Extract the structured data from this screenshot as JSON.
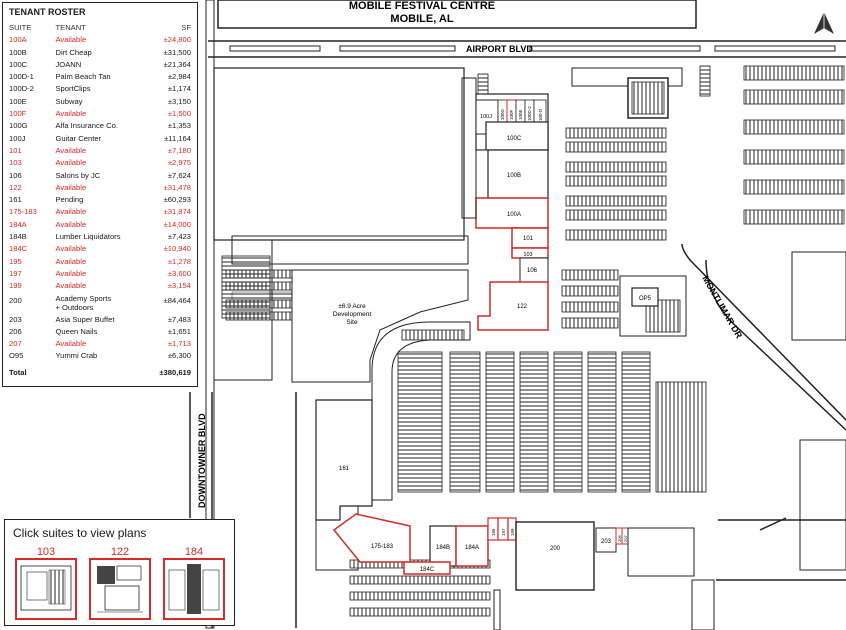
{
  "title": {
    "line1": "MOBILE FESTIVAL CENTRE",
    "line2": "MOBILE, AL"
  },
  "roads": {
    "airport": "AIRPORT BLVD",
    "montlimar": "MONTLIMAR DR",
    "downtowner": "DOWNTOWNER BLVD"
  },
  "site": {
    "l1": "±6.9 Acre",
    "l2": "Development",
    "l3": "Site"
  },
  "roster": {
    "title": "TENANT ROSTER",
    "headers": {
      "suite": "SUITE",
      "tenant": "TENANT",
      "sf": "SF"
    },
    "rows": [
      {
        "suite": "100A",
        "tenant": "Available",
        "sf": "±24,800",
        "available": true
      },
      {
        "suite": "100B",
        "tenant": "Dirt Cheap",
        "sf": "±31,500",
        "available": false
      },
      {
        "suite": "100C",
        "tenant": "JOANN",
        "sf": "±21,364",
        "available": false
      },
      {
        "suite": "100D-1",
        "tenant": "Palm Beach Tan",
        "sf": "±2,984",
        "available": false
      },
      {
        "suite": "100D-2",
        "tenant": "SportClips",
        "sf": "±1,174",
        "available": false
      },
      {
        "suite": "100E",
        "tenant": "Subway",
        "sf": "±3,150",
        "available": false
      },
      {
        "suite": "100F",
        "tenant": "Available",
        "sf": "±1,500",
        "available": true
      },
      {
        "suite": "100G",
        "tenant": "Alfa Insurance Co.",
        "sf": "±1,353",
        "available": false
      },
      {
        "suite": "100J",
        "tenant": "Guitar Center",
        "sf": "±11,164",
        "available": false
      },
      {
        "suite": "101",
        "tenant": "Available",
        "sf": "±7,180",
        "available": true
      },
      {
        "suite": "103",
        "tenant": "Available",
        "sf": "±2,975",
        "available": true
      },
      {
        "suite": "106",
        "tenant": "Salons by JC",
        "sf": "±7,624",
        "available": false
      },
      {
        "suite": "122",
        "tenant": "Available",
        "sf": "±31,478",
        "available": true
      },
      {
        "suite": "161",
        "tenant": "Pending",
        "sf": "±60,293",
        "available": false
      },
      {
        "suite": "175-183",
        "tenant": "Available",
        "sf": "±31,874",
        "available": true
      },
      {
        "suite": "184A",
        "tenant": "Available",
        "sf": "±14,000",
        "available": true
      },
      {
        "suite": "184B",
        "tenant": "Lumber Liquidators",
        "sf": "±7,423",
        "available": false
      },
      {
        "suite": "184C",
        "tenant": "Available",
        "sf": "±10,940",
        "available": true
      },
      {
        "suite": "195",
        "tenant": "Available",
        "sf": "±1,278",
        "available": true
      },
      {
        "suite": "197",
        "tenant": "Available",
        "sf": "±3,600",
        "available": true
      },
      {
        "suite": "199",
        "tenant": "Available",
        "sf": "±3,154",
        "available": true
      },
      {
        "suite": "200",
        "tenant": "Academy Sports",
        "tenant2": "+ Outdoors",
        "sf": "±84,464",
        "available": false
      },
      {
        "suite": "203",
        "tenant": "Asia Super Buffet",
        "sf": "±7,483",
        "available": false
      },
      {
        "suite": "206",
        "tenant": "Queen Nails",
        "sf": "±1,651",
        "available": false
      },
      {
        "suite": "207",
        "tenant": "Available",
        "sf": "±1,713",
        "available": true
      },
      {
        "suite": "O95",
        "tenant": "Yummi Crab",
        "sf": "±6,300",
        "available": false
      }
    ],
    "total": {
      "label": "Total",
      "sf": "±380,619"
    }
  },
  "plans": {
    "title": "Click suites to view plans",
    "items": [
      "103",
      "122",
      "184"
    ]
  },
  "suites": {
    "s100A": "100A",
    "s100B": "100B",
    "s100C": "100C",
    "s100J": "100J",
    "s100G": "100G",
    "s100F": "100F",
    "s100E": "100E",
    "s100D2": "100D-2",
    "s100D1": "100-D",
    "s101": "101",
    "s103": "103",
    "s106": "106",
    "s122": "122",
    "sOP5": "OP5",
    "s161": "161",
    "s175": "175-183",
    "s184B": "184B",
    "s184C": "184C",
    "s184A": "184A",
    "s195": "195",
    "s197": "197",
    "s199": "199",
    "s200": "200",
    "s203": "203",
    "s206": "206",
    "s207": "207"
  },
  "colors": {
    "available": "#d42a2a",
    "outline": "#1a1a1a",
    "building": "#ffffff"
  }
}
